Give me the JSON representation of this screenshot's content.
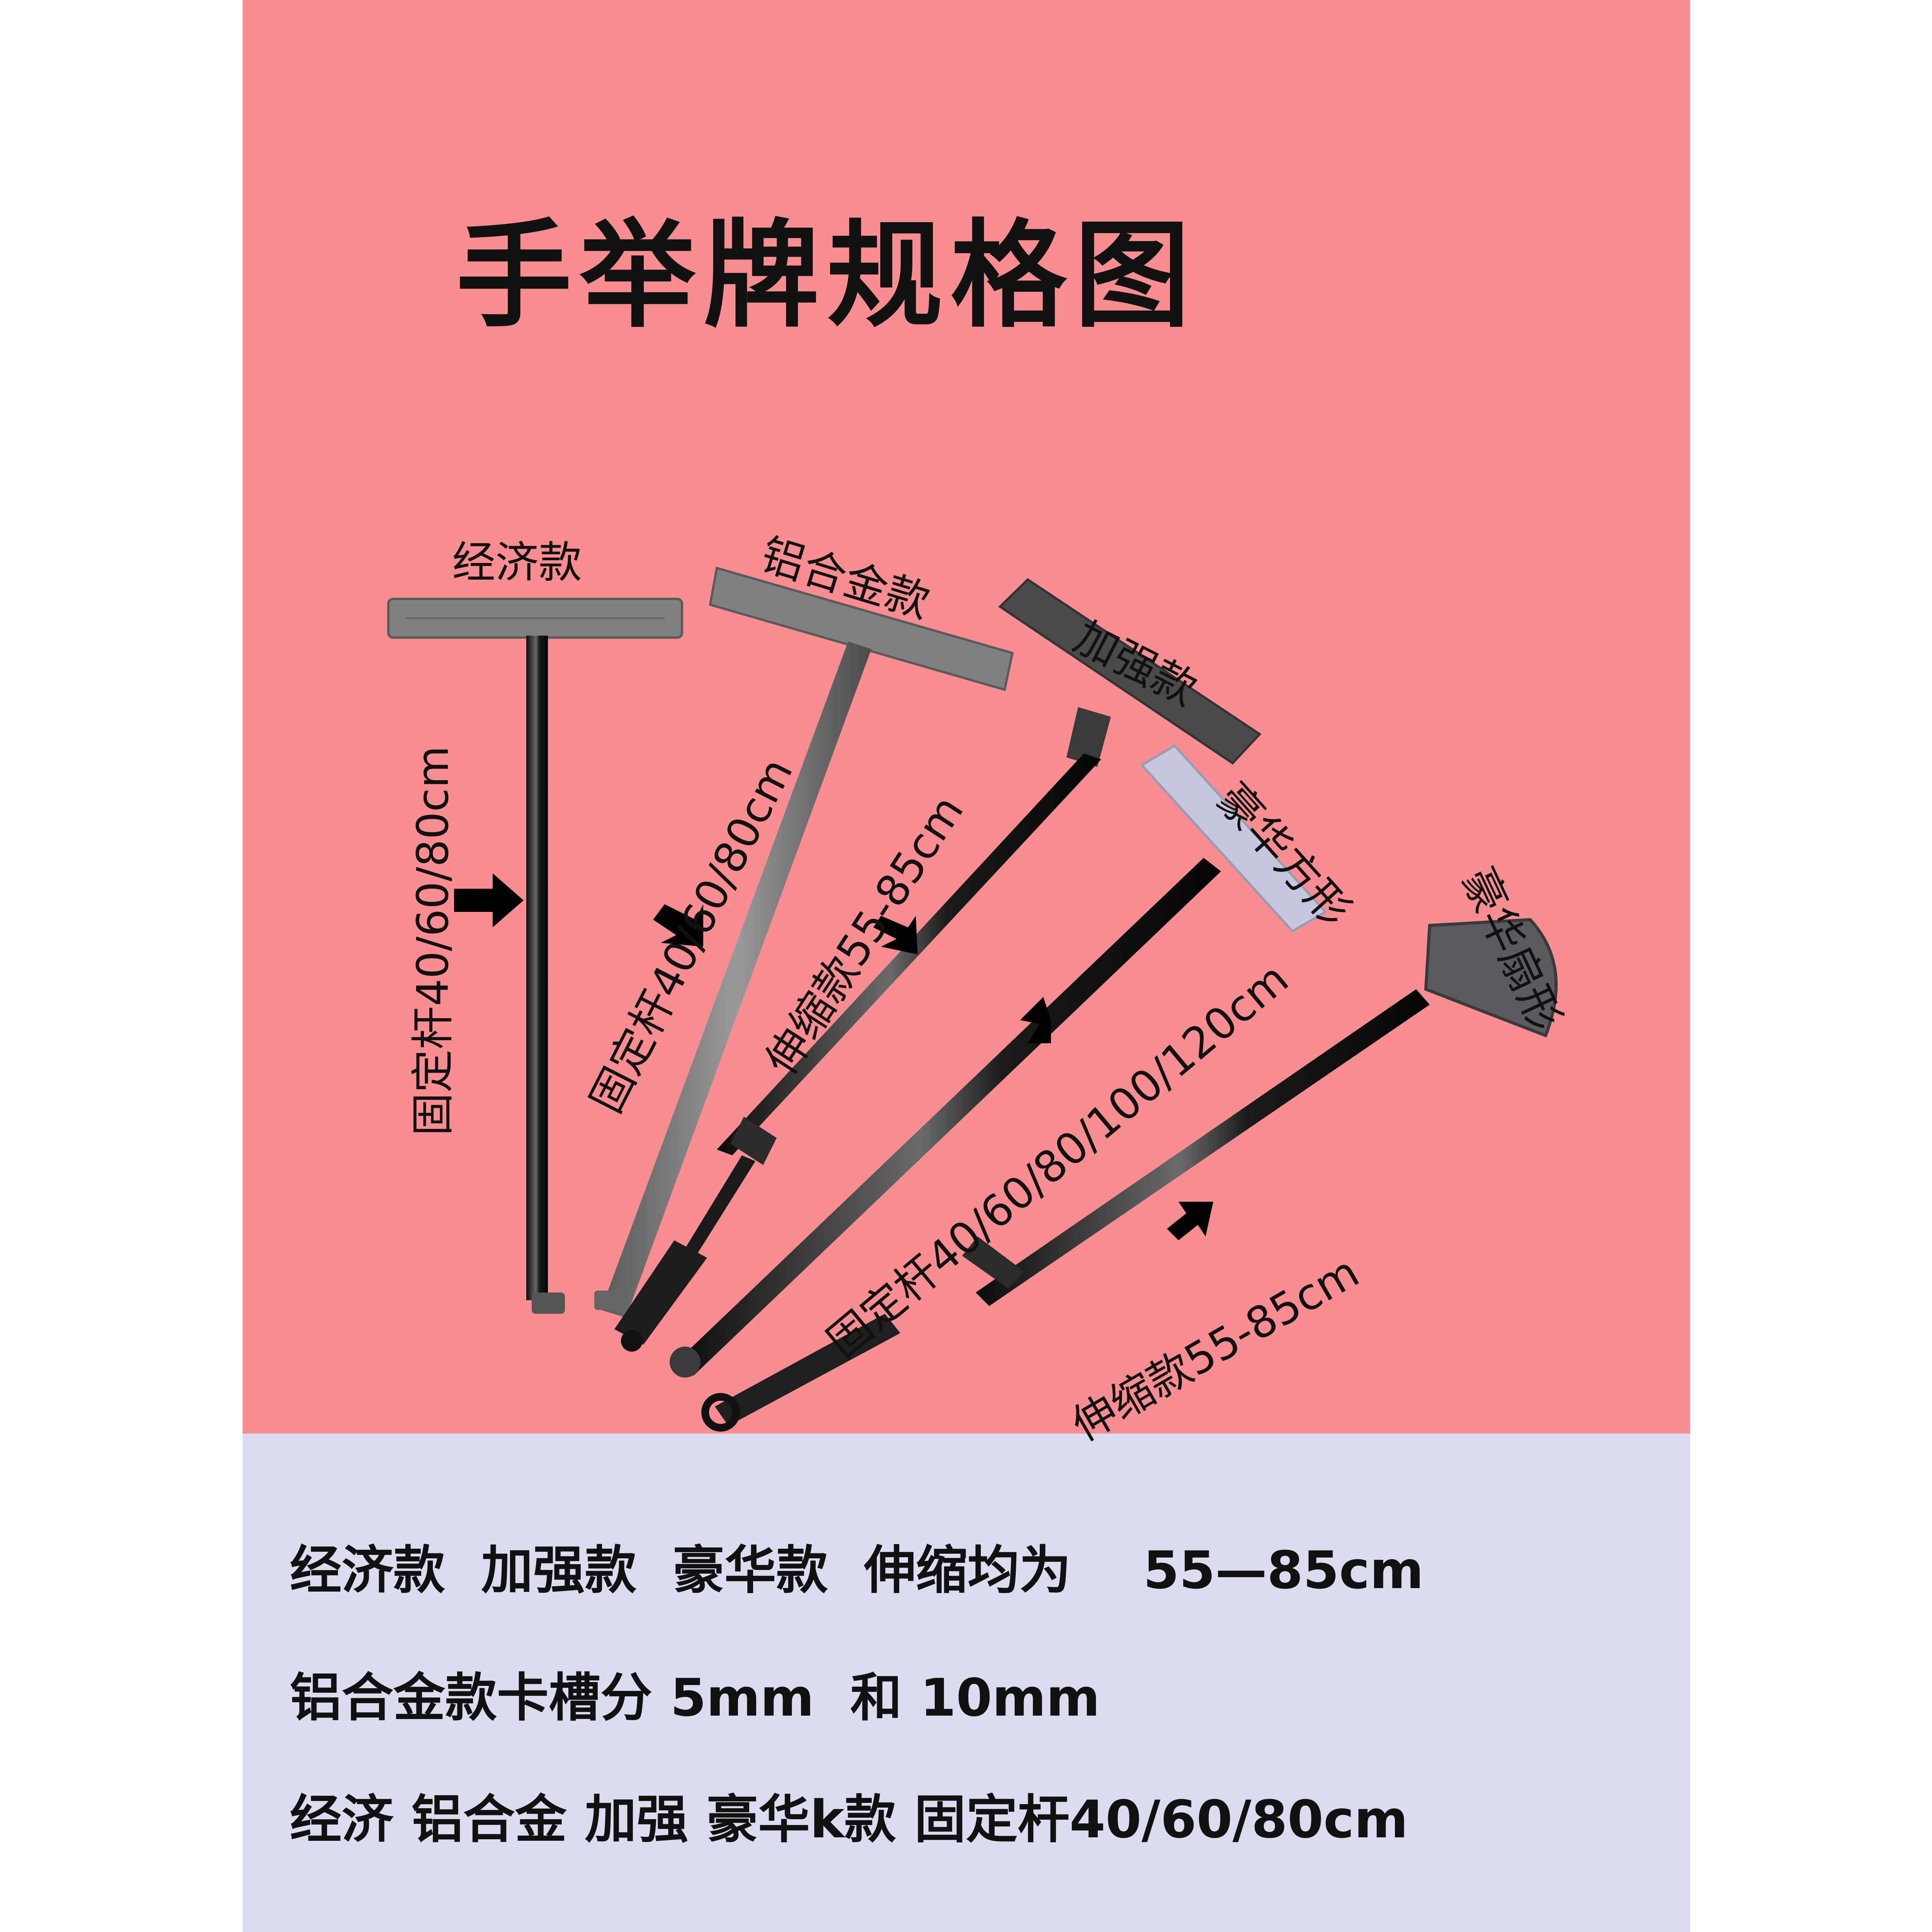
{
  "title": "手举牌规格图",
  "models": {
    "economy": "经济款",
    "aluminum": "铝合金款",
    "reinforced": "加强款",
    "luxury_square": "豪华方形",
    "luxury_fan": "豪华扇形"
  },
  "rod_labels": {
    "economy_fixed": "固定杆40/60/80cm",
    "aluminum_fixed": "固定杆40/60/80cm",
    "reinforced_telescopic": "伸缩款55-85cm",
    "square_fixed": "固定杆40/60/80/100/120cm",
    "fan_telescopic": "伸缩款55-85cm"
  },
  "specs": {
    "line1_a": "经济款",
    "line1_b": "加强款",
    "line1_c": "豪华款",
    "line1_d": "伸缩均为",
    "line1_value": "55—85cm",
    "line2_a": "铝合金款卡槽分",
    "line2_b": "5mm",
    "line2_c": "和",
    "line2_d": "10mm",
    "line3_a": "经济",
    "line3_b": "铝合金",
    "line3_c": "加强",
    "line3_d": "豪华k款",
    "line3_e": "固定杆40/60/80cm"
  },
  "colors": {
    "top_background": "#f98e92",
    "bottom_background": "#dcdbef",
    "text": "#111111"
  }
}
